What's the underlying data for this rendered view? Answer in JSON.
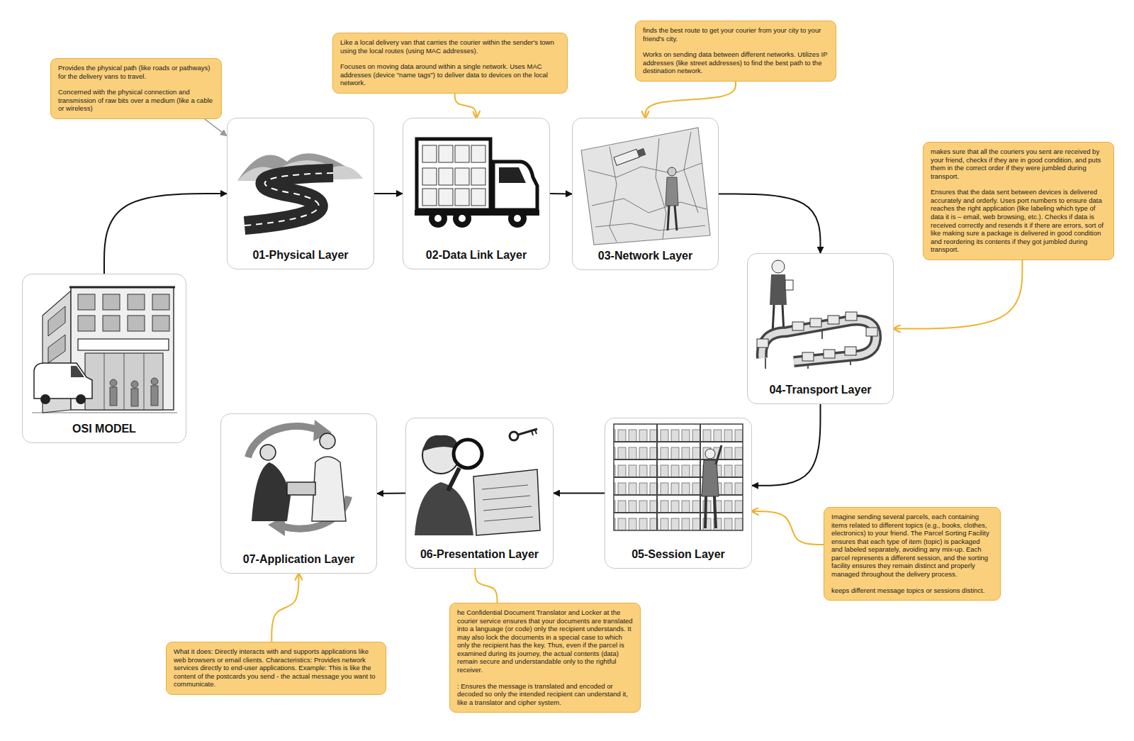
{
  "diagram": {
    "nodes": [
      {
        "text": [
          "OSI MODEL"
        ]
      },
      {
        "text": [
          "01-Physical Layer"
        ]
      },
      {
        "text": [
          "02-Data Link Layer"
        ]
      },
      {
        "text": [
          "03-Network Layer"
        ]
      },
      {
        "text": [
          "04-Transport Layer"
        ]
      },
      {
        "text": [
          "05-Session Layer"
        ]
      },
      {
        "text": [
          "06-Presentation Layer"
        ]
      },
      {
        "text": [
          "07-Application Layer"
        ]
      },
      {
        "text": [
          "Provides the physical path (like roads or pathways) for the delivery vans to travel.",
          "Concerned with the physical connection and transmission of raw bits over a medium (like a cable or wireless)"
        ]
      },
      {
        "text": [
          "Like a local delivery van that carries the courier within the sender's town using the local routes (using MAC addresses).",
          "Focuses on moving data around within a single network. Uses MAC addresses (device \"name tags\") to deliver data to devices on the local network."
        ]
      },
      {
        "text": [
          "finds the best route to get your courier from your city to your friend's city.",
          "Works on sending data between different networks. Utilizes IP addresses (like street addresses) to find the best path to the destination network."
        ]
      },
      {
        "text": [
          "makes sure that all the couriers you sent are received by your friend, checks if they are in good condition, and puts them in the correct order if they were jumbled during transport.",
          "Ensures that the data sent between devices is delivered accurately and orderly. Uses port numbers to ensure data reaches the right application (like labeling which type of data it is – email, web browsing, etc.). Checks if data is received correctly and resends it if there are errors, sort of like making sure a package is delivered in good condition and reordering its contents if they got jumbled during transport."
        ]
      },
      {
        "text": [
          "Imagine sending several parcels, each containing items related to different topics (e.g., books, clothes, electronics) to your friend. The Parcel Sorting Facility ensures that each type of item (topic) is packaged and labeled separately, avoiding any mix-up. Each parcel represents a different session, and the sorting facility ensures they remain distinct and properly managed throughout the delivery process.",
          "keeps different message topics or sessions distinct."
        ]
      },
      {
        "text": [
          "he Confidential Document Translator and Locker at the courier service ensures that your documents are translated into a language (or code) only the recipient understands. It may also lock the documents in a special case to which only the recipient has the key. Thus, even if the parcel is examined during its journey, the actual contents (data) remain secure and understandable only to the rightful receiver.",
          ": Ensures the message is translated and encoded or decoded so only the intended recipient can understand it, like a translator and cipher system."
        ]
      },
      {
        "text": [
          "What it does: Directly interacts with and supports applications like web browsers or email clients. Characteristics: Provides network services directly to end-user applications. Example: This is like the content of the postcards you send - the actual message you want to communicate."
        ]
      }
    ],
    "edges": [
      {
        "from": 0,
        "to": 1,
        "arrow": "to"
      },
      {
        "from": 1,
        "to": 2,
        "arrow": "to"
      },
      {
        "from": 2,
        "to": 3,
        "arrow": "to"
      },
      {
        "from": 3,
        "to": 4,
        "arrow": "to"
      },
      {
        "from": 4,
        "to": 5,
        "arrow": "to"
      },
      {
        "from": 5,
        "to": 6,
        "arrow": "to"
      },
      {
        "from": 6,
        "to": 7,
        "arrow": "to"
      },
      {
        "from": 8,
        "to": 1,
        "arrow": "to"
      },
      {
        "from": 9,
        "to": 2,
        "arrow": "to"
      },
      {
        "from": 10,
        "to": 3,
        "arrow": "to"
      },
      {
        "from": 11,
        "to": 4,
        "arrow": "to"
      },
      {
        "from": 12,
        "to": 5,
        "arrow": "to"
      },
      {
        "from": 13,
        "to": 6,
        "arrow": "none"
      },
      {
        "from": 14,
        "to": 7,
        "arrow": "to"
      }
    ]
  }
}
